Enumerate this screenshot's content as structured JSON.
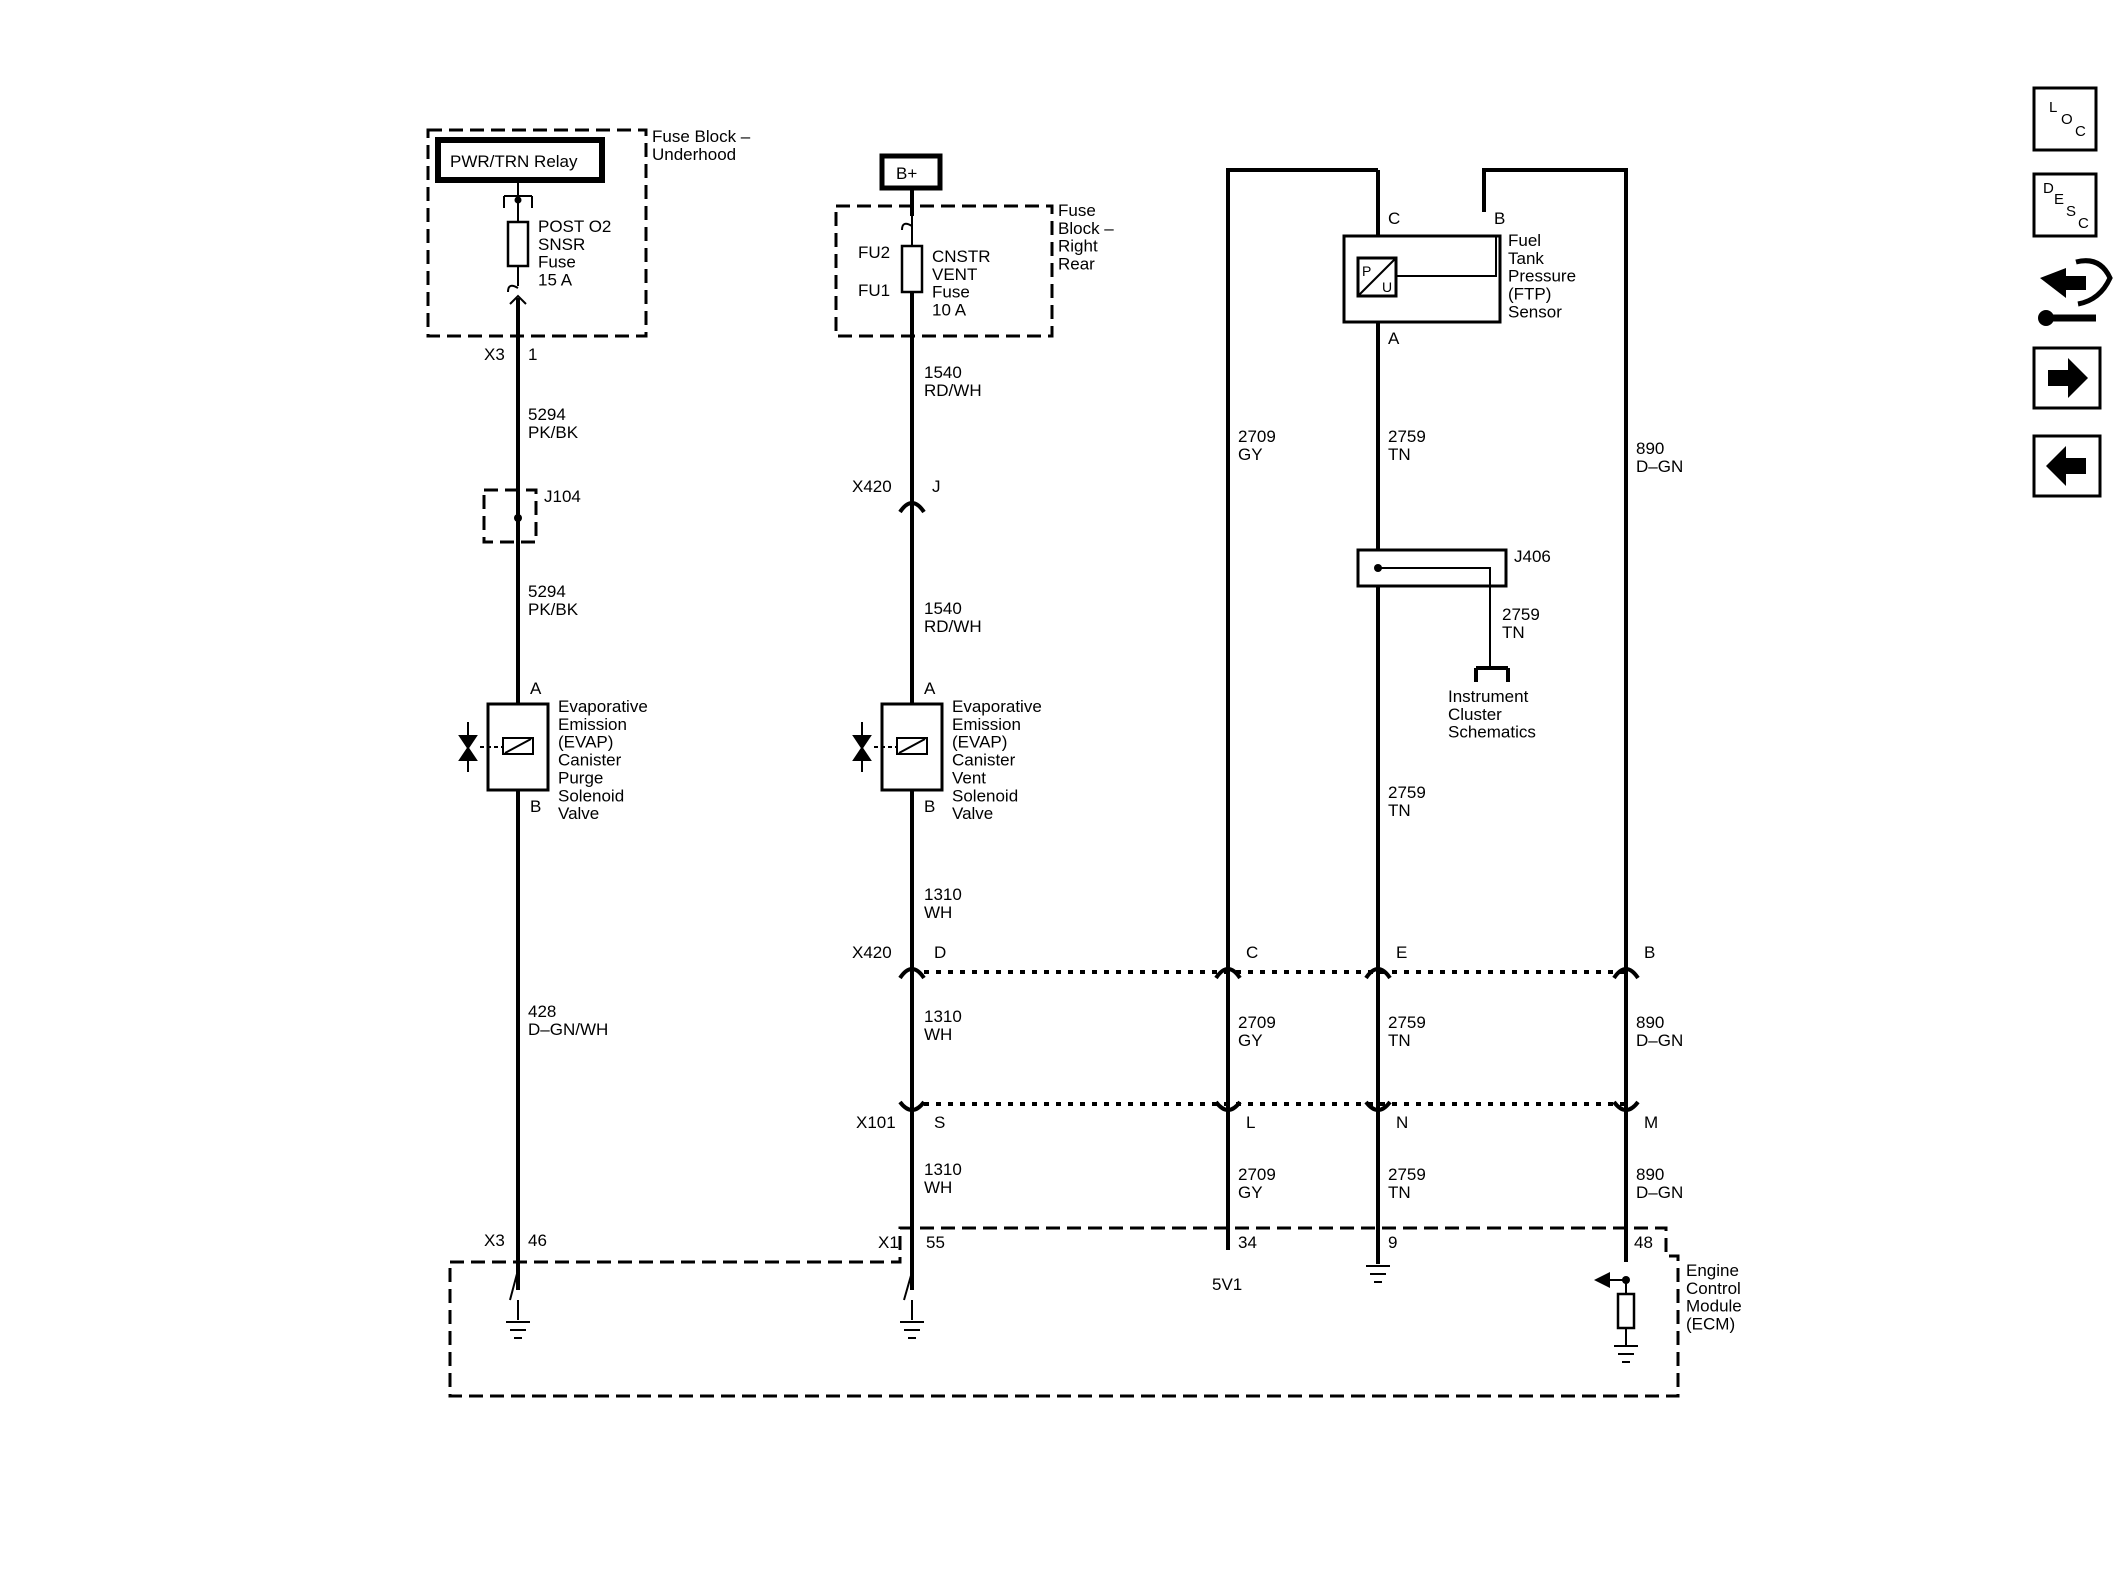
{
  "nav": {
    "loc": [
      "L",
      "O",
      "C"
    ],
    "desc": [
      "D",
      "E",
      "S",
      "C"
    ]
  },
  "relay": {
    "label": "PWR/TRN Relay"
  },
  "fuse_block_underhood": {
    "title": "Fuse Block –\nUnderhood"
  },
  "fuse_post_o2": {
    "label": "POST O2\nSNSR\nFuse\n15 A"
  },
  "b_plus": {
    "label": "B+"
  },
  "fuse_block_rear": {
    "title": "Fuse\nBlock –\nRight\nRear"
  },
  "fuse_cnstr": {
    "fu2": "FU2",
    "fu1": "FU1",
    "label": "CNSTR\nVENT\nFuse\n10 A"
  },
  "connectors": {
    "x3_top": "X3",
    "x3_top_pin": "1",
    "j104": "J104",
    "x420_j": "X420",
    "x420_j_pin": "J",
    "x420_d": "X420",
    "x420_d_pin": "D",
    "x101": "X101",
    "x101_pin": "S",
    "x3_bot": "X3",
    "x3_bot_pin": "46",
    "x1": "X1",
    "x1_pin": "55",
    "x420_c": "C",
    "x420_e": "E",
    "x420_b": "B",
    "x101_l": "L",
    "x101_n": "N",
    "x101_m": "M",
    "ecm_34": "34",
    "ecm_9": "9",
    "ecm_48": "48",
    "ftp_c": "C",
    "ftp_b": "B",
    "ftp_a": "A",
    "j406": "J406"
  },
  "wires": {
    "w5294_a": "5294\nPK/BK",
    "w5294_b": "5294\nPK/BK",
    "w428": "428\nD–GN/WH",
    "w1540_a": "1540\nRD/WH",
    "w1540_b": "1540\nRD/WH",
    "w1310_a": "1310\nWH",
    "w1310_b": "1310\nWH",
    "w1310_c": "1310\nWH",
    "w2709_a": "2709\nGY",
    "w2709_b": "2709\nGY",
    "w2709_c": "2709\nGY",
    "w2759_a": "2759\nTN",
    "w2759_b": "2759\nTN",
    "w2759_c": "2759\nTN",
    "w2759_d": "2759\nTN",
    "w2759_branch": "2759\nTN",
    "w890_a": "890\nD–GN",
    "w890_b": "890\nD–GN",
    "w890_c": "890\nD–GN"
  },
  "purge_valve": {
    "pin_a": "A",
    "pin_b": "B",
    "label": "Evaporative\nEmission\n(EVAP)\nCanister\nPurge\nSolenoid\nValve"
  },
  "vent_valve": {
    "pin_a": "A",
    "pin_b": "B",
    "label": "Evaporative\nEmission\n(EVAP)\nCanister\nVent\nSolenoid\nValve"
  },
  "ftp_sensor": {
    "label": "Fuel\nTank\nPressure\n(FTP)\nSensor",
    "p": "P",
    "u": "U"
  },
  "instrument_cluster": {
    "label": "Instrument\nCluster\nSchematics"
  },
  "ecm": {
    "label": "Engine\nControl\nModule\n(ECM)",
    "v5": "5V1"
  }
}
